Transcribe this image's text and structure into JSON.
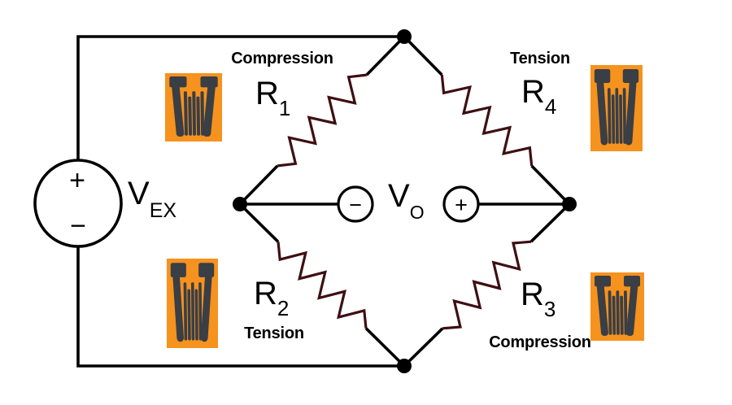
{
  "source": {
    "symbol": "V",
    "subscript": "EX",
    "plus": "+",
    "minus": "−"
  },
  "output": {
    "symbol": "V",
    "subscript": "O",
    "minus": "−",
    "plus": "+"
  },
  "bridge": {
    "r1": {
      "symbol": "R",
      "subscript": "1",
      "mode": "Compression"
    },
    "r2": {
      "symbol": "R",
      "subscript": "2",
      "mode": "Tension"
    },
    "r3": {
      "symbol": "R",
      "subscript": "3",
      "mode": "Compression"
    },
    "r4": {
      "symbol": "R",
      "subscript": "4",
      "mode": "Tension"
    }
  },
  "colors": {
    "wire": "#000000",
    "resistor_zigzag": "#3e0f12",
    "gauge_body": "#f6921e",
    "gauge_foil": "#3a3e45",
    "background": "#ffffff",
    "node": "#000000"
  }
}
